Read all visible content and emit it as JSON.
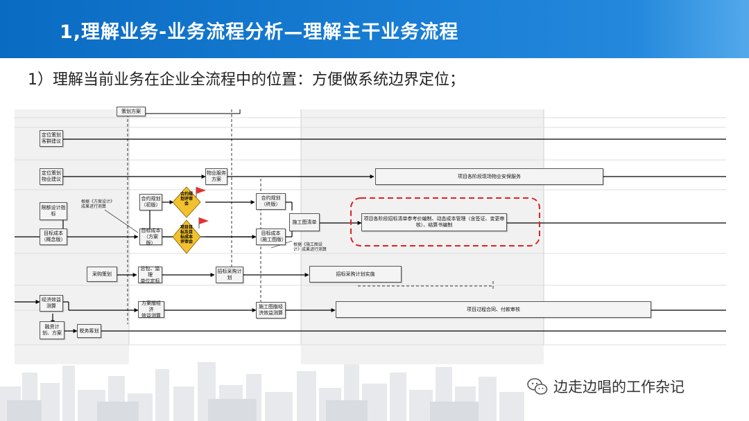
{
  "header": {
    "title": "1,理解业务-业务流程分析—理解主干业务流程"
  },
  "subtitle": "1）理解当前业务在企业全流程中的位置：方便做系统边界定位；",
  "footer": {
    "brand": "边走边唱的工作杂记",
    "icon": "wechat-icon"
  },
  "diagram": {
    "nodes": {
      "top_cut": "策划方案",
      "pos_advice": "定位策划\n客群建议",
      "pos_property": "定位策划\n物业建议",
      "limit_design": "限额设计指\n标",
      "target_concept": "目标成本\n（概念版）",
      "procure_plan": "采购策划",
      "econ_calc": "经济效益\n测算",
      "finance_plan": "融资计\n划、方案",
      "tax_plan": "税务筹划",
      "contract_init": "合约规划\n（初版）",
      "target_scheme": "目标成本\n（方案版）",
      "general_sub": "总包、监理\n单位定标",
      "scheme_econ": "方案版经济\n效益测算",
      "property_plan": "物业服务\n方案",
      "bid_plan": "招标采购计\n划",
      "contract_final": "合约规划\n（终版）",
      "target_drawing": "目标成本\n（施工图版）",
      "drawing_list": "施工图清单",
      "drawing_econ": "施工图版经\n济效益测算",
      "stage_property": "项目各阶段现场物业安保服务",
      "stage_bid": "项目各阶段招标清单参考价编制、动态成本管理（含签证、变更审核）、结算书编制",
      "bid_implement": "招标采购计划实施",
      "contract_pay": "项目过程合同、付款审核"
    },
    "diamonds": {
      "contract_review": "合约规\n划评审\n会",
      "target_review": "项目目\n标及目\n标成本\n评审会"
    },
    "notes": {
      "note1": "根据《方案设计》\n成果进行测算",
      "note2": "根据《施工图设\n计》成果进行测算"
    }
  }
}
